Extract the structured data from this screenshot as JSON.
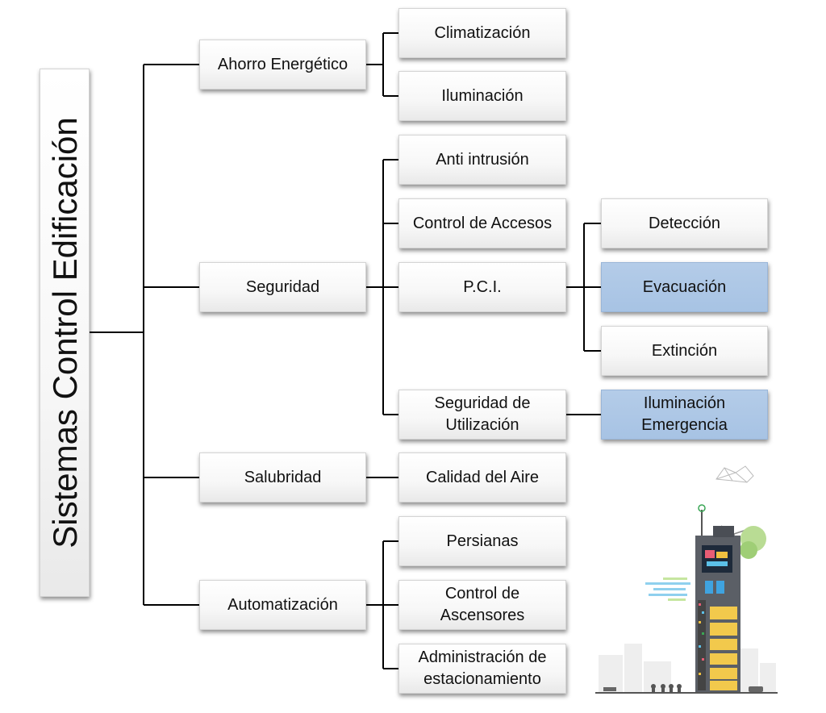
{
  "root": {
    "label": "Sistemas Control Edificación"
  },
  "nodes": {
    "ahorro": "Ahorro Energético",
    "seguridad": "Seguridad",
    "salubridad": "Salubridad",
    "automatizacion": "Automatización",
    "climatizacion": "Climatización",
    "iluminacion": "Iluminación",
    "anti_intrusion": "Anti intrusión",
    "control_accesos": "Control de Accesos",
    "pci": "P.C.I.",
    "seguridad_utilizacion": "Seguridad de\nUtilización",
    "calidad_aire": "Calidad del Aire",
    "persianas": "Persianas",
    "control_ascensores": "Control de\nAscensores",
    "administracion_estacionamiento": "Administración de\nestacionamiento",
    "deteccion": "Detección",
    "evacuacion": "Evacuación",
    "extincion": "Extinción",
    "iluminacion_emergencia": "Iluminación\nEmergencia"
  },
  "colors": {
    "highlight": "#a9c4e5",
    "box": "#f4f4f4",
    "line": "#000000"
  },
  "illustration": {
    "icon": "smart-building-illustration"
  }
}
